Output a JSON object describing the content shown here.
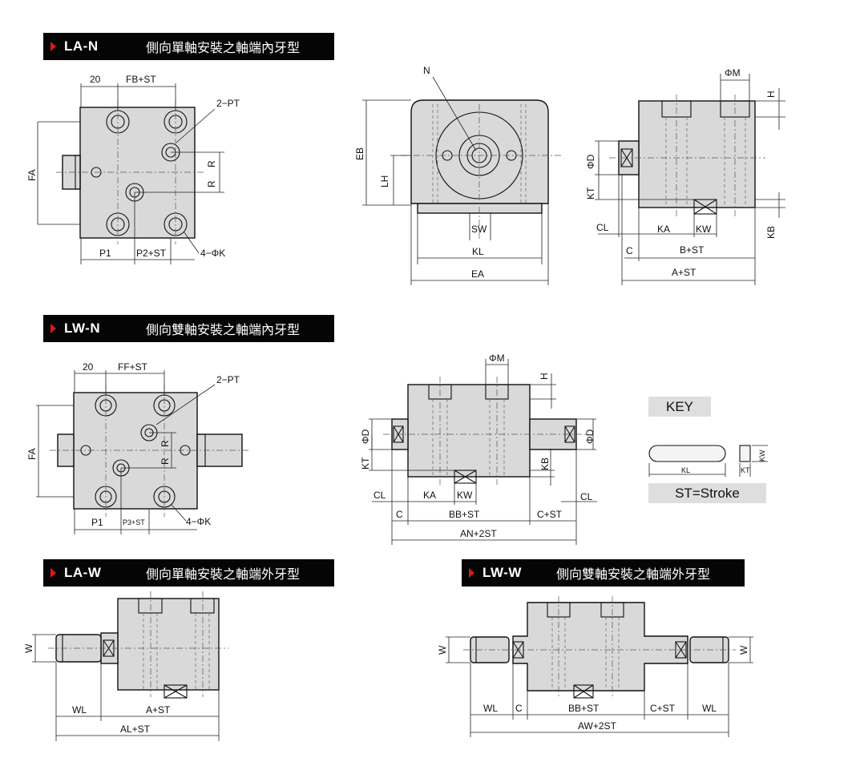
{
  "headers": {
    "la_n": {
      "code": "LA-N",
      "desc": "側向單軸安裝之軸端內牙型"
    },
    "lw_n": {
      "code": "LW-N",
      "desc": "側向雙軸安裝之軸端內牙型"
    },
    "la_w": {
      "code": "LA-W",
      "desc": "側向單軸安裝之軸端外牙型"
    },
    "lw_w": {
      "code": "LW-W",
      "desc": "側向雙軸安裝之軸端外牙型"
    }
  },
  "labels": {
    "d20": "20",
    "fb_st": "FB+ST",
    "two_pt": "2−PT",
    "fa": "FA",
    "r": "R",
    "p1": "P1",
    "p2_st": "P2+ST",
    "four_phik": "4−ΦK",
    "n": "N",
    "eb": "EB",
    "lh": "LH",
    "sw": "SW",
    "kl": "KL",
    "ea": "EA",
    "phim": "ΦM",
    "h": "H",
    "phid": "ΦD",
    "kt": "KT",
    "cl": "CL",
    "ka": "KA",
    "kw": "KW",
    "kb": "KB",
    "c": "C",
    "b_st": "B+ST",
    "a_st": "A+ST",
    "ff_st": "FF+ST",
    "p3_st": "P3+ST",
    "bb_st": "BB+ST",
    "c_st": "C+ST",
    "an_2st": "AN+2ST",
    "w": "W",
    "wl": "WL",
    "al_st": "AL+ST",
    "aw_2st": "AW+2ST"
  },
  "key": {
    "title": "KEY",
    "kl": "KL",
    "kt": "KT",
    "kw": "KW",
    "stroke_note": "ST=Stroke"
  }
}
